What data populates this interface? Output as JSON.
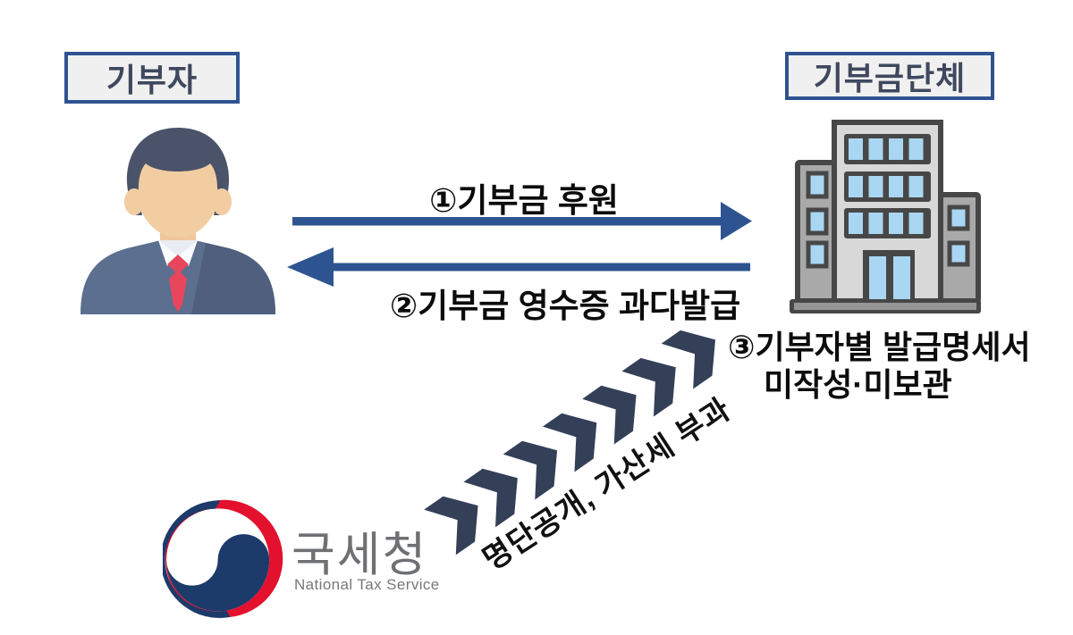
{
  "diagram": {
    "actors": [
      {
        "id": "donor",
        "label": "기부자"
      },
      {
        "id": "organization",
        "label": "기부금단체"
      }
    ],
    "flows": [
      {
        "step": "1",
        "label": "①기부금 후원"
      },
      {
        "step": "2",
        "label": "②기부금 영수증 과다발급"
      },
      {
        "step": "3",
        "label_line1": "③기부자별 발급명세서",
        "label_line2": "미작성·미보관"
      }
    ],
    "penalty": {
      "label": "명단공개, 가산세 부과"
    },
    "agency": {
      "name_ko": "국세청",
      "name_en": "National Tax Service"
    },
    "colors": {
      "arrow_blue": "#2e5391",
      "box_border_blue": "#2e5490",
      "box_background": "#f0f0f0",
      "box_text": "#3f485e",
      "chevron_navy": "#343f58",
      "text_black": "#0c0c0c",
      "logo_navy": "#1c3a6a",
      "logo_red": "#e3112e",
      "logo_gray": "#6e7073",
      "suit_slate": "#5d6f8f",
      "tie_red": "#e8465c",
      "building_gray": "#d8d8d8",
      "window_blue": "#a9d6f2"
    }
  }
}
